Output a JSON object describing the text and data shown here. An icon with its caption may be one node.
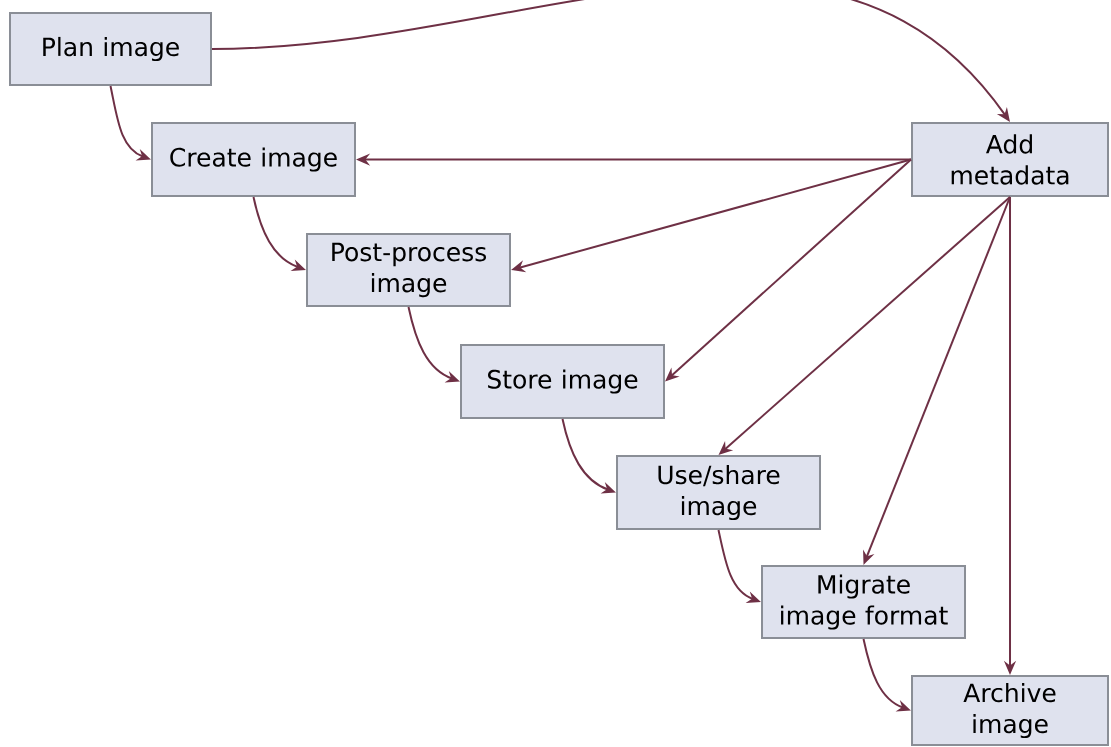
{
  "diagram": {
    "nodes": [
      {
        "text": [
          "Plan image"
        ]
      },
      {
        "text": [
          "Create image"
        ]
      },
      {
        "text": [
          "Post-process image"
        ]
      },
      {
        "text": [
          "Store image"
        ]
      },
      {
        "text": [
          "Use/share image"
        ]
      },
      {
        "text": [
          "Migrate image format"
        ]
      },
      {
        "text": [
          "Archive image"
        ]
      },
      {
        "text": [
          "Add metadata"
        ]
      }
    ],
    "edges": [
      {
        "from": 0,
        "to": 1,
        "arrow": "to"
      },
      {
        "from": 1,
        "to": 2,
        "arrow": "to"
      },
      {
        "from": 2,
        "to": 3,
        "arrow": "to"
      },
      {
        "from": 3,
        "to": 4,
        "arrow": "to"
      },
      {
        "from": 4,
        "to": 5,
        "arrow": "to"
      },
      {
        "from": 5,
        "to": 6,
        "arrow": "to"
      },
      {
        "from": 0,
        "to": 7,
        "arrow": "to"
      },
      {
        "from": 7,
        "to": 1,
        "arrow": "to"
      },
      {
        "from": 7,
        "to": 2,
        "arrow": "to"
      },
      {
        "from": 7,
        "to": 3,
        "arrow": "to"
      },
      {
        "from": 7,
        "to": 4,
        "arrow": "to"
      },
      {
        "from": 7,
        "to": 5,
        "arrow": "to"
      },
      {
        "from": 7,
        "to": 6,
        "arrow": "to"
      }
    ]
  }
}
